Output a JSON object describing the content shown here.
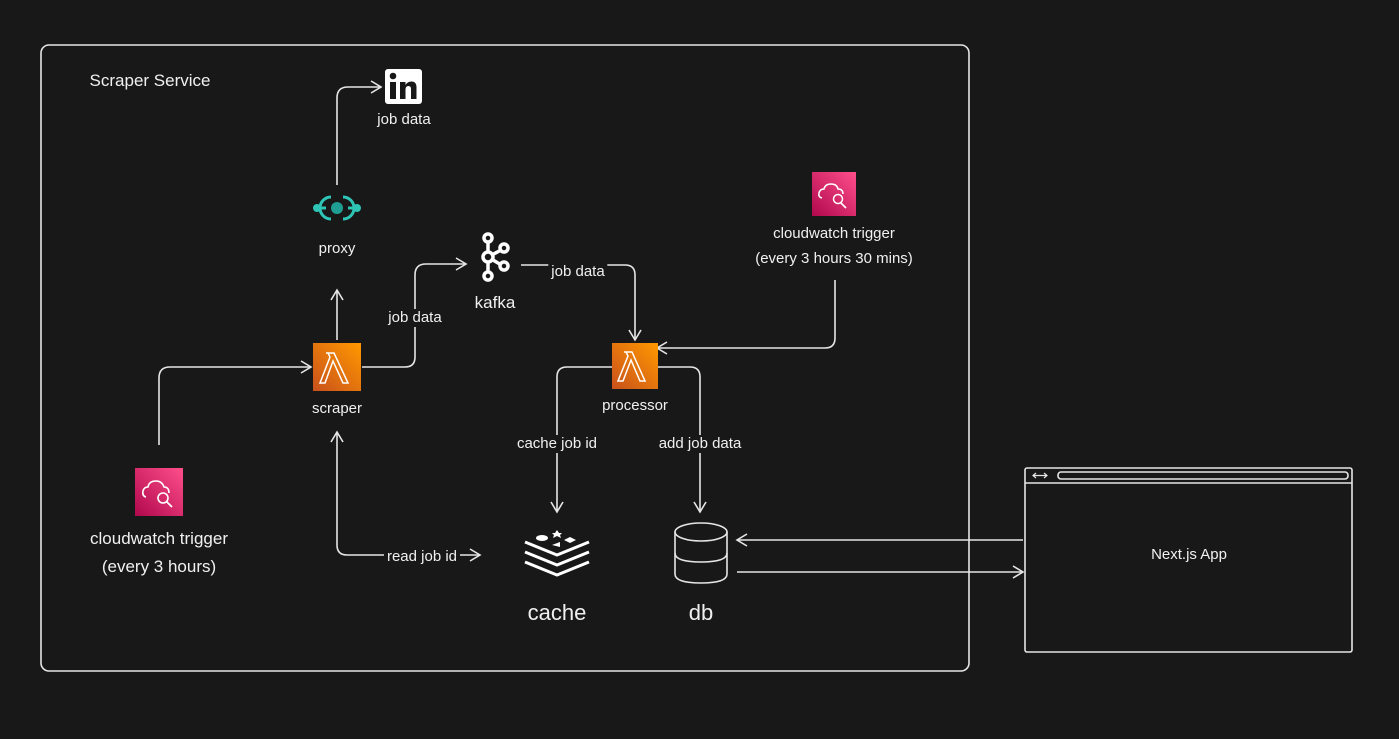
{
  "container": {
    "title": "Scraper Service"
  },
  "nodes": {
    "linkedin": {
      "label": "job data",
      "icon": "linkedin-icon"
    },
    "proxy": {
      "label": "proxy",
      "icon": "proxy-icon",
      "color": "#2ec4b6"
    },
    "kafka": {
      "label": "kafka",
      "icon": "kafka-icon"
    },
    "scraper": {
      "label": "scraper",
      "icon": "lambda-icon",
      "color": "#f07c12"
    },
    "processor": {
      "label": "processor",
      "icon": "lambda-icon",
      "color": "#f07c12"
    },
    "cloudwatch_left": {
      "label_line1": "cloudwatch trigger",
      "label_line2": "(every 3 hours)",
      "icon": "cloudwatch-icon",
      "color": "#e7317a"
    },
    "cloudwatch_right": {
      "label_line1": "cloudwatch trigger",
      "label_line2": "(every 3 hours 30 mins)",
      "icon": "cloudwatch-icon",
      "color": "#e7317a"
    },
    "cache": {
      "label": "cache",
      "icon": "redis-icon"
    },
    "db": {
      "label": "db",
      "icon": "database-icon"
    },
    "nextjs": {
      "label": "Next.js App",
      "icon": "browser-window-icon"
    }
  },
  "edges": {
    "scraper_to_kafka": "job data",
    "kafka_to_processor": "job data",
    "processor_to_cache": "cache job id",
    "processor_to_db": "add job data",
    "scraper_to_cache": "read job id"
  }
}
